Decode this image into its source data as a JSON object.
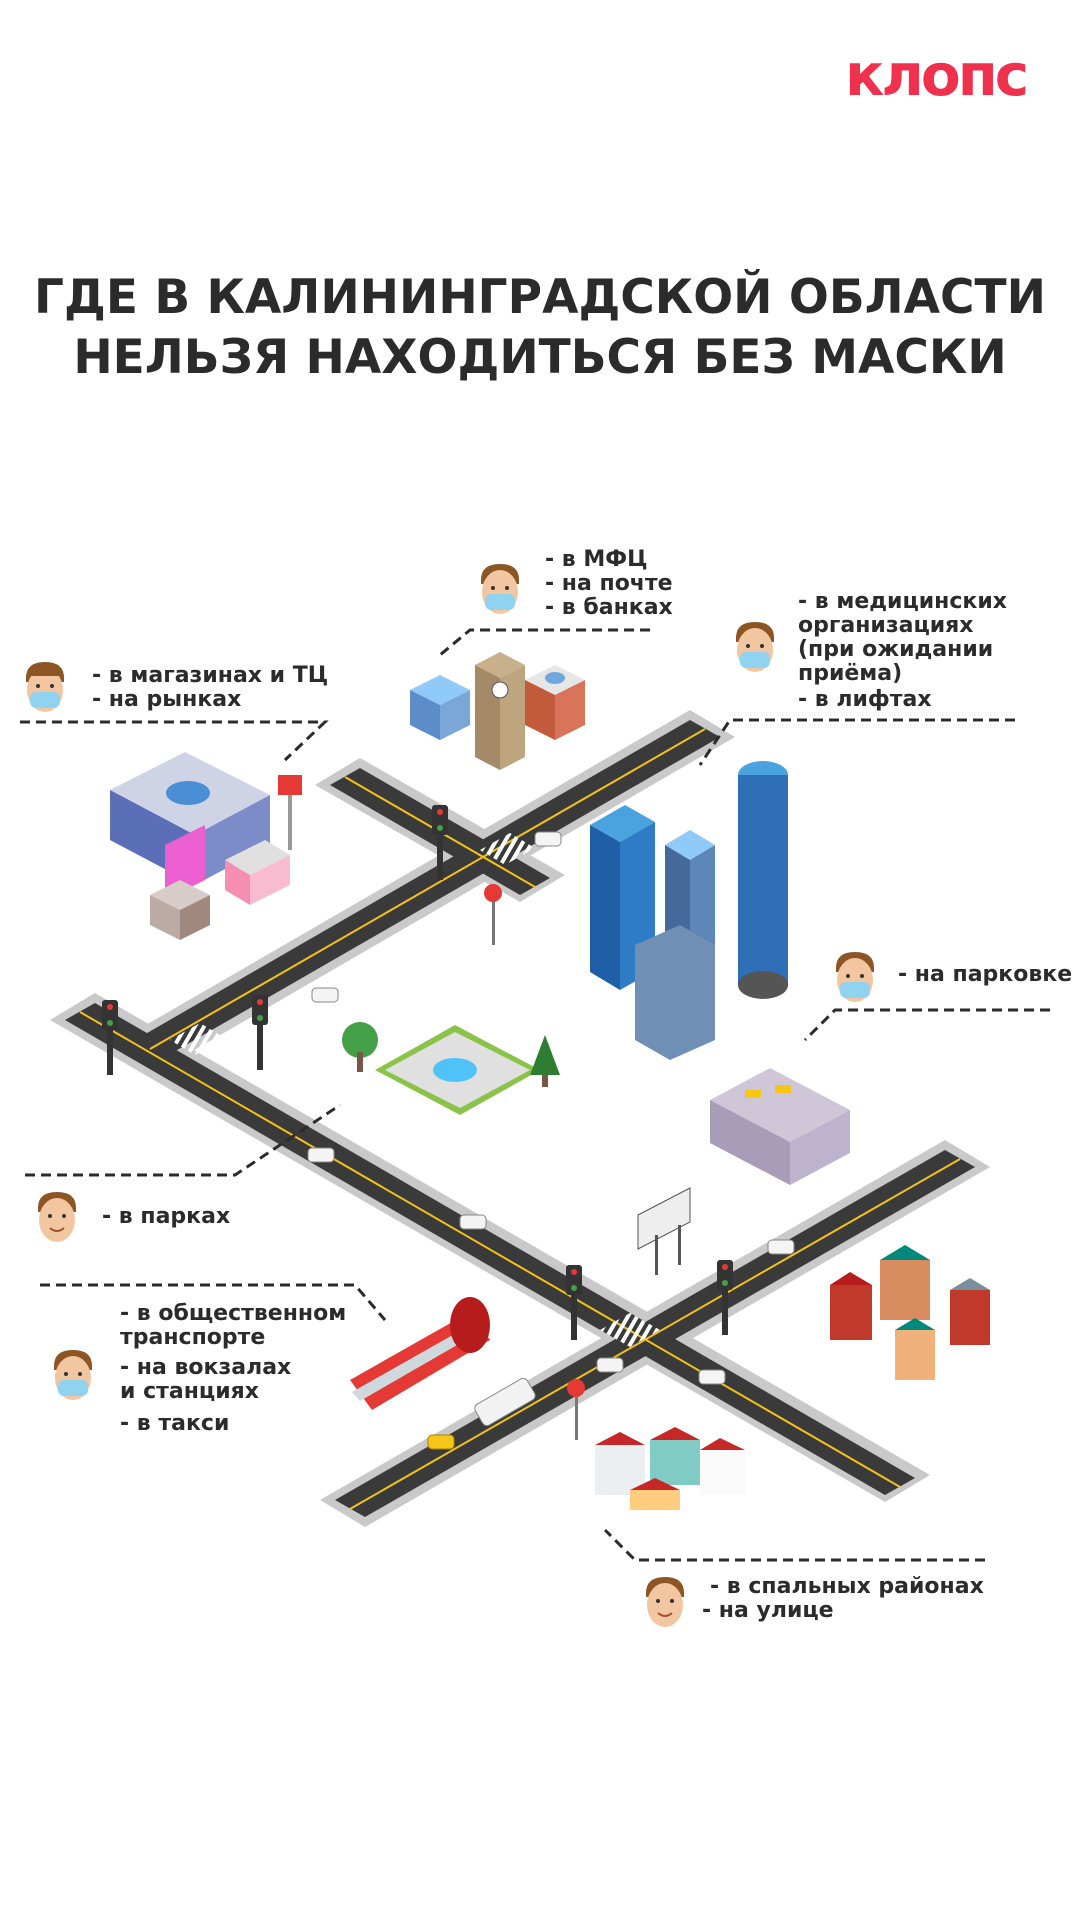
{
  "brand": {
    "logo_text": "клопс"
  },
  "title": {
    "line1": "ГДЕ В КАЛИНИНГРАДСКОЙ ОБЛАСТИ",
    "line2": "НЕЛЬЗЯ НАХОДИТЬСЯ БЕЗ МАСКИ"
  },
  "places": {
    "shops": [
      "- в магазинах и ТЦ",
      "- на рынках"
    ],
    "mfc": [
      "- в МФЦ",
      "- на почте",
      "- в банках"
    ],
    "medical": [
      "- в медицинских",
      "организациях",
      "(при ожидании",
      "приёма)",
      "- в лифтах"
    ],
    "parking": [
      "- на парковке"
    ],
    "parks": [
      "- в парках"
    ],
    "transport": [
      "- в общественном",
      "транспорте",
      "- на вокзалах",
      "и станциях",
      "- в такси"
    ],
    "residential": [
      "- в спальных районах",
      "- на улице"
    ]
  },
  "colors": {
    "accent": "#f0314e",
    "road": "#3a3a3a",
    "text": "#2b2b2b"
  }
}
